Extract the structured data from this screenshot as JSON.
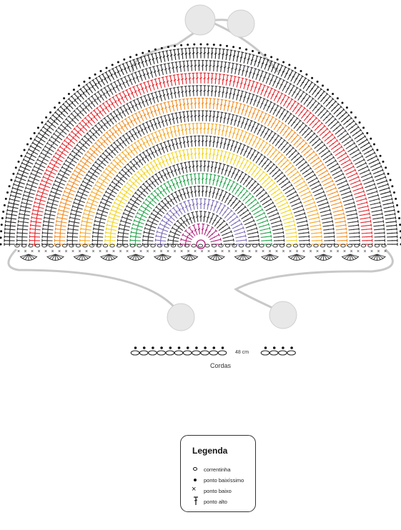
{
  "colors": {
    "rings": [
      "#b01e7c",
      "#333333",
      "#7b6ab5",
      "#333333",
      "#23a34a",
      "#333333",
      "#f2d31c",
      "#333333",
      "#f5a623",
      "#333333",
      "#f28a1d",
      "#333333",
      "#e3262c",
      "#333333",
      "#222222"
    ],
    "bead": "#e8e8e8",
    "cord": "#c8c8c8"
  },
  "cords": {
    "length_label": "48 cm",
    "caption": "Cordas"
  },
  "legend": {
    "title": "Legenda",
    "items": [
      {
        "icon": "chain-stitch-icon",
        "label": "correntinha"
      },
      {
        "icon": "slip-stitch-icon",
        "label": "ponto baixíssimo"
      },
      {
        "icon": "single-crochet-icon",
        "label": "ponto baixo"
      },
      {
        "icon": "double-crochet-icon",
        "label": "ponto alto"
      }
    ]
  }
}
